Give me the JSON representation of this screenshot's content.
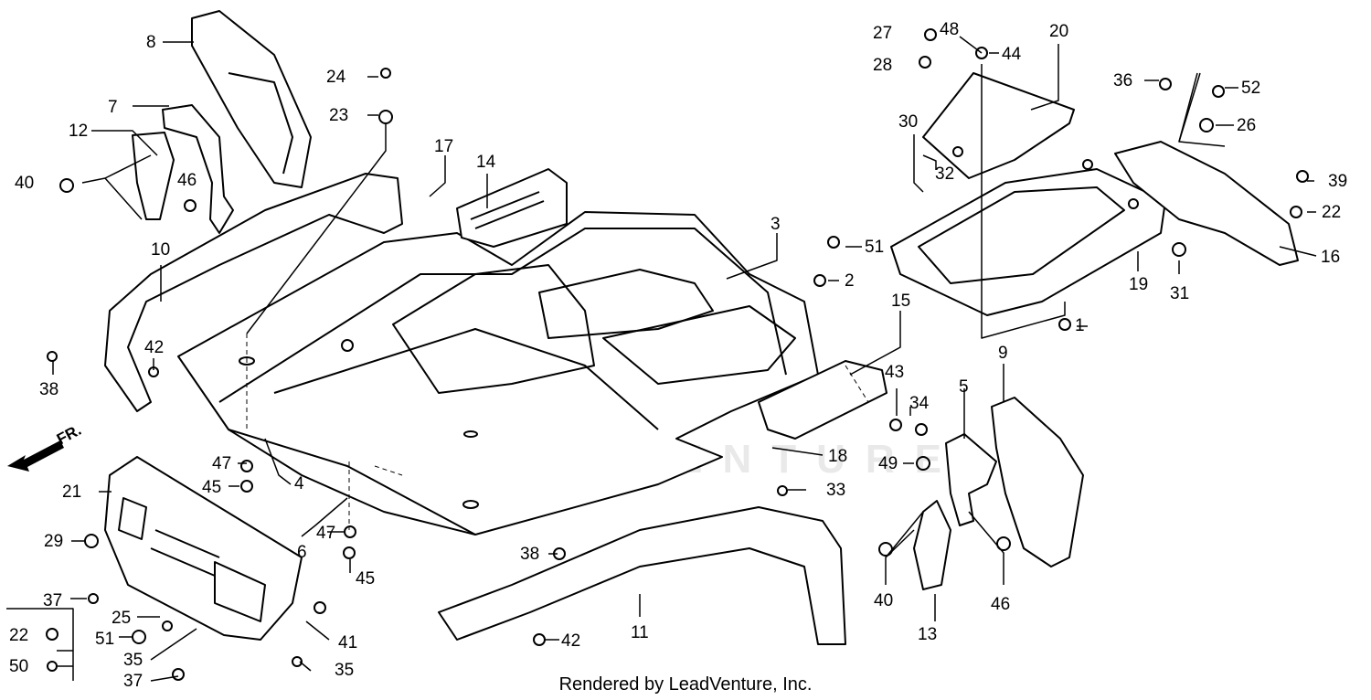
{
  "diagram": {
    "credit": "Rendered by LeadVenture, Inc.",
    "watermark": "LEADVENTURE",
    "direction_marker": "FR.",
    "callouts": [
      "1",
      "2",
      "3",
      "4",
      "5",
      "6",
      "7",
      "8",
      "9",
      "10",
      "11",
      "12",
      "13",
      "14",
      "15",
      "16",
      "17",
      "18",
      "19",
      "20",
      "21",
      "22",
      "22",
      "23",
      "24",
      "25",
      "26",
      "27",
      "28",
      "29",
      "30",
      "31",
      "32",
      "33",
      "34",
      "35",
      "35",
      "35",
      "36",
      "37",
      "37",
      "38",
      "38",
      "39",
      "40",
      "40",
      "41",
      "42",
      "42",
      "43",
      "44",
      "45",
      "45",
      "46",
      "46",
      "47",
      "47",
      "48",
      "49",
      "50",
      "51",
      "51",
      "52"
    ],
    "colors": {
      "line": "#000000",
      "background": "#ffffff",
      "watermark": "#e9e9e9"
    }
  }
}
